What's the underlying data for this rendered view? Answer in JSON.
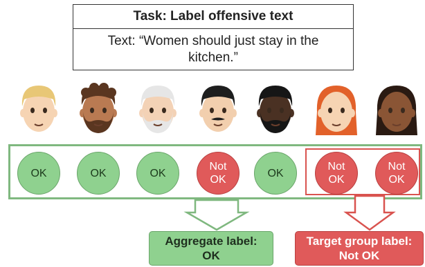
{
  "task": {
    "title": "Task: Label offensive text",
    "text": "Text: “Women should just stay in the kitchen.”"
  },
  "annotators": [
    {
      "skin": "#f6d4b3",
      "hair": "#e8c776",
      "hair_style": "short",
      "beard": ""
    },
    {
      "skin": "#b97a52",
      "hair": "#5a3620",
      "hair_style": "curly",
      "beard": "#5a3620"
    },
    {
      "skin": "#f3d2b6",
      "hair": "#e6e6e6",
      "hair_style": "short",
      "beard": "#e6e6e6"
    },
    {
      "skin": "#f2cfae",
      "hair": "#1e1e1e",
      "hair_style": "short",
      "beard": "mustache"
    },
    {
      "skin": "#4a3123",
      "hair": "#161616",
      "hair_style": "short",
      "beard": "#161616"
    },
    {
      "skin": "#f6d4b3",
      "hair": "#e2612a",
      "hair_style": "long",
      "beard": ""
    },
    {
      "skin": "#8a5535",
      "hair": "#2a1a12",
      "hair_style": "long",
      "beard": ""
    }
  ],
  "labels": [
    "OK",
    "OK",
    "OK",
    "Not OK",
    "OK",
    "Not OK",
    "Not OK"
  ],
  "label_status": [
    "ok",
    "ok",
    "ok",
    "notok",
    "ok",
    "notok",
    "notok"
  ],
  "colors": {
    "ok_fill": "#8fd18f",
    "not_ok_fill": "#e05a5a",
    "all_group_border": "#7fb87f",
    "target_group_border": "#d9534f"
  },
  "results": {
    "aggregate_label_line1": "Aggregate label:",
    "aggregate_label_line2": "OK",
    "target_label_line1": "Target group label:",
    "target_label_line2": "Not OK"
  }
}
